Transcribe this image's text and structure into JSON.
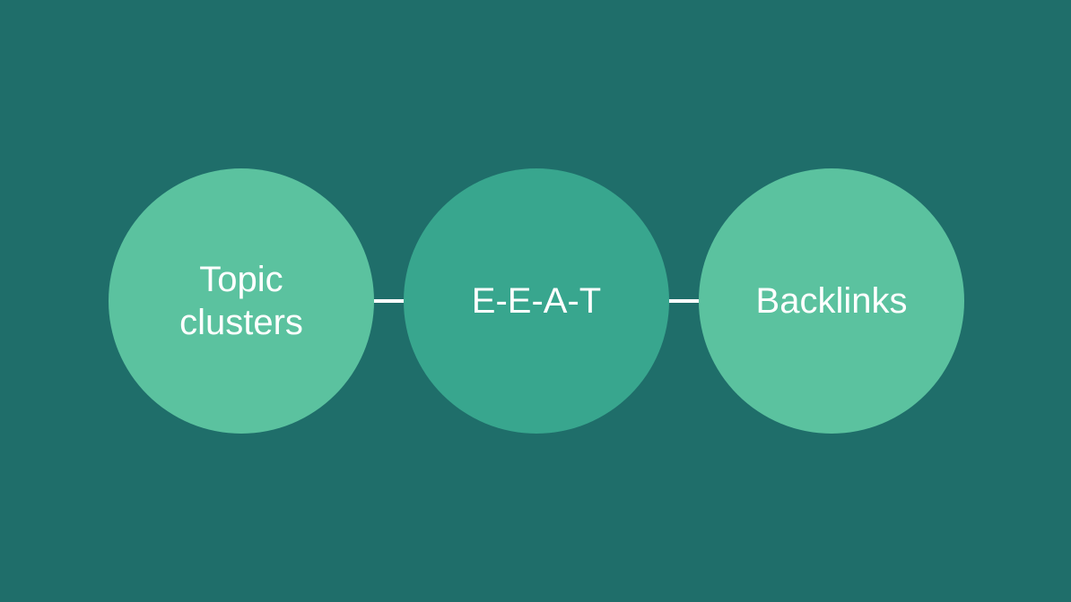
{
  "nodes": [
    {
      "label": "Topic\nclusters"
    },
    {
      "label": "E-E-A-T"
    },
    {
      "label": "Backlinks"
    }
  ],
  "colors": {
    "background": "#1f6e6a",
    "node_light": "#5bc29f",
    "node_dark": "#38a68e",
    "connector": "#ffffff"
  }
}
